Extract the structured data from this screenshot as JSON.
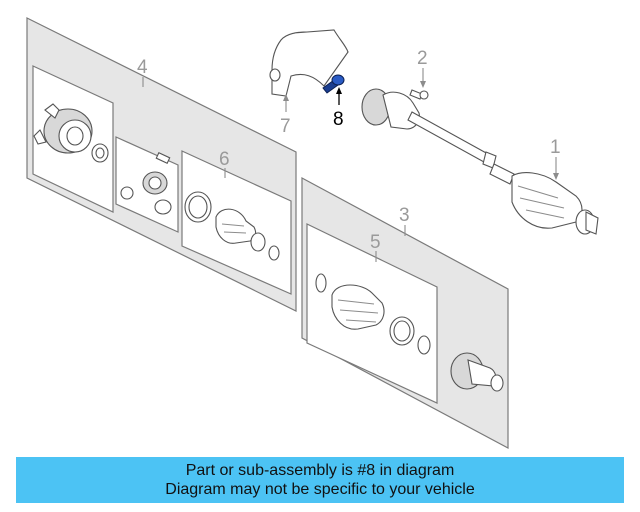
{
  "diagram": {
    "callouts": {
      "c1": "1",
      "c2": "2",
      "c3": "3",
      "c4": "4",
      "c5": "5",
      "c6": "6",
      "c7": "7",
      "c8": "8"
    },
    "highlighted_part": "8",
    "colors": {
      "highlight_part": "#1a3d8f",
      "callout_grey": "#9a9a9a",
      "banner": "#4cc3f4"
    }
  },
  "banner": {
    "line1": "Part or sub-assembly is #8 in diagram",
    "line2": "Diagram may not be specific to your vehicle"
  }
}
